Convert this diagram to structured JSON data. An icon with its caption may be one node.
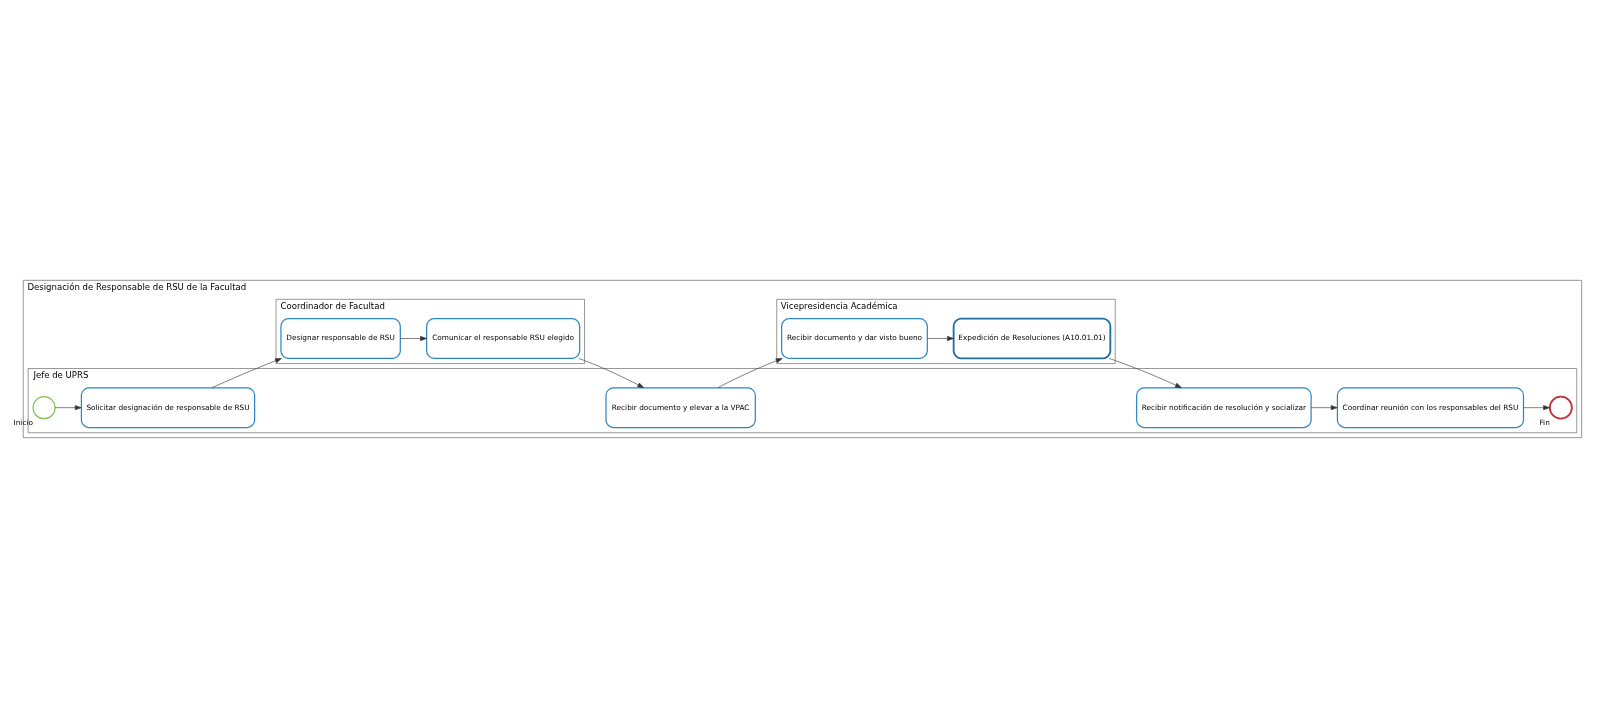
{
  "diagram": {
    "nodes": [
      {
        "text": [
          "Designación de Responsable de RSU de la Facultad"
        ]
      },
      {
        "text": [
          "Jefe de UPRS"
        ],
        "in": 0
      },
      {
        "text": [
          "Coordinador de Facultad"
        ],
        "in": 0
      },
      {
        "text": [
          "Vicepresidencia Académica"
        ],
        "in": 0
      },
      {
        "text": [],
        "shape": "circle",
        "beside": [
          "Inicio"
        ],
        "in": 1
      },
      {
        "text": [
          "Solicitar designación de responsable de RSU"
        ],
        "in": 1
      },
      {
        "text": [
          "Recibir documento y elevar a la VPAC"
        ],
        "in": 1
      },
      {
        "text": [
          "Recibir notificación de resolución y socializar"
        ],
        "in": 1
      },
      {
        "text": [
          "Coordinar reunión con los responsables del RSU"
        ],
        "in": 1
      },
      {
        "text": [],
        "shape": "circle",
        "beside": [
          "Fin"
        ],
        "in": 1
      },
      {
        "text": [
          "Designar responsable de RSU"
        ],
        "in": 2
      },
      {
        "text": [
          "Comunicar el responsable RSU elegido"
        ],
        "in": 2
      },
      {
        "text": [
          "Recibir documento y dar visto bueno"
        ],
        "in": 3
      },
      {
        "text": [
          "Expedición de Resoluciones (A10.01.01)"
        ],
        "in": 3
      }
    ],
    "edges": [
      {
        "from": 4,
        "to": 5,
        "arrow": "to"
      },
      {
        "from": 5,
        "to": 10,
        "arrow": "to"
      },
      {
        "from": 10,
        "to": 11,
        "arrow": "to"
      },
      {
        "from": 11,
        "to": 6,
        "arrow": "to"
      },
      {
        "from": 6,
        "to": 12,
        "arrow": "to"
      },
      {
        "from": 12,
        "to": 13,
        "arrow": "to"
      },
      {
        "from": 13,
        "to": 7,
        "arrow": "to"
      },
      {
        "from": 7,
        "to": 8,
        "arrow": "to"
      },
      {
        "from": 8,
        "to": 9,
        "arrow": "to"
      }
    ]
  }
}
